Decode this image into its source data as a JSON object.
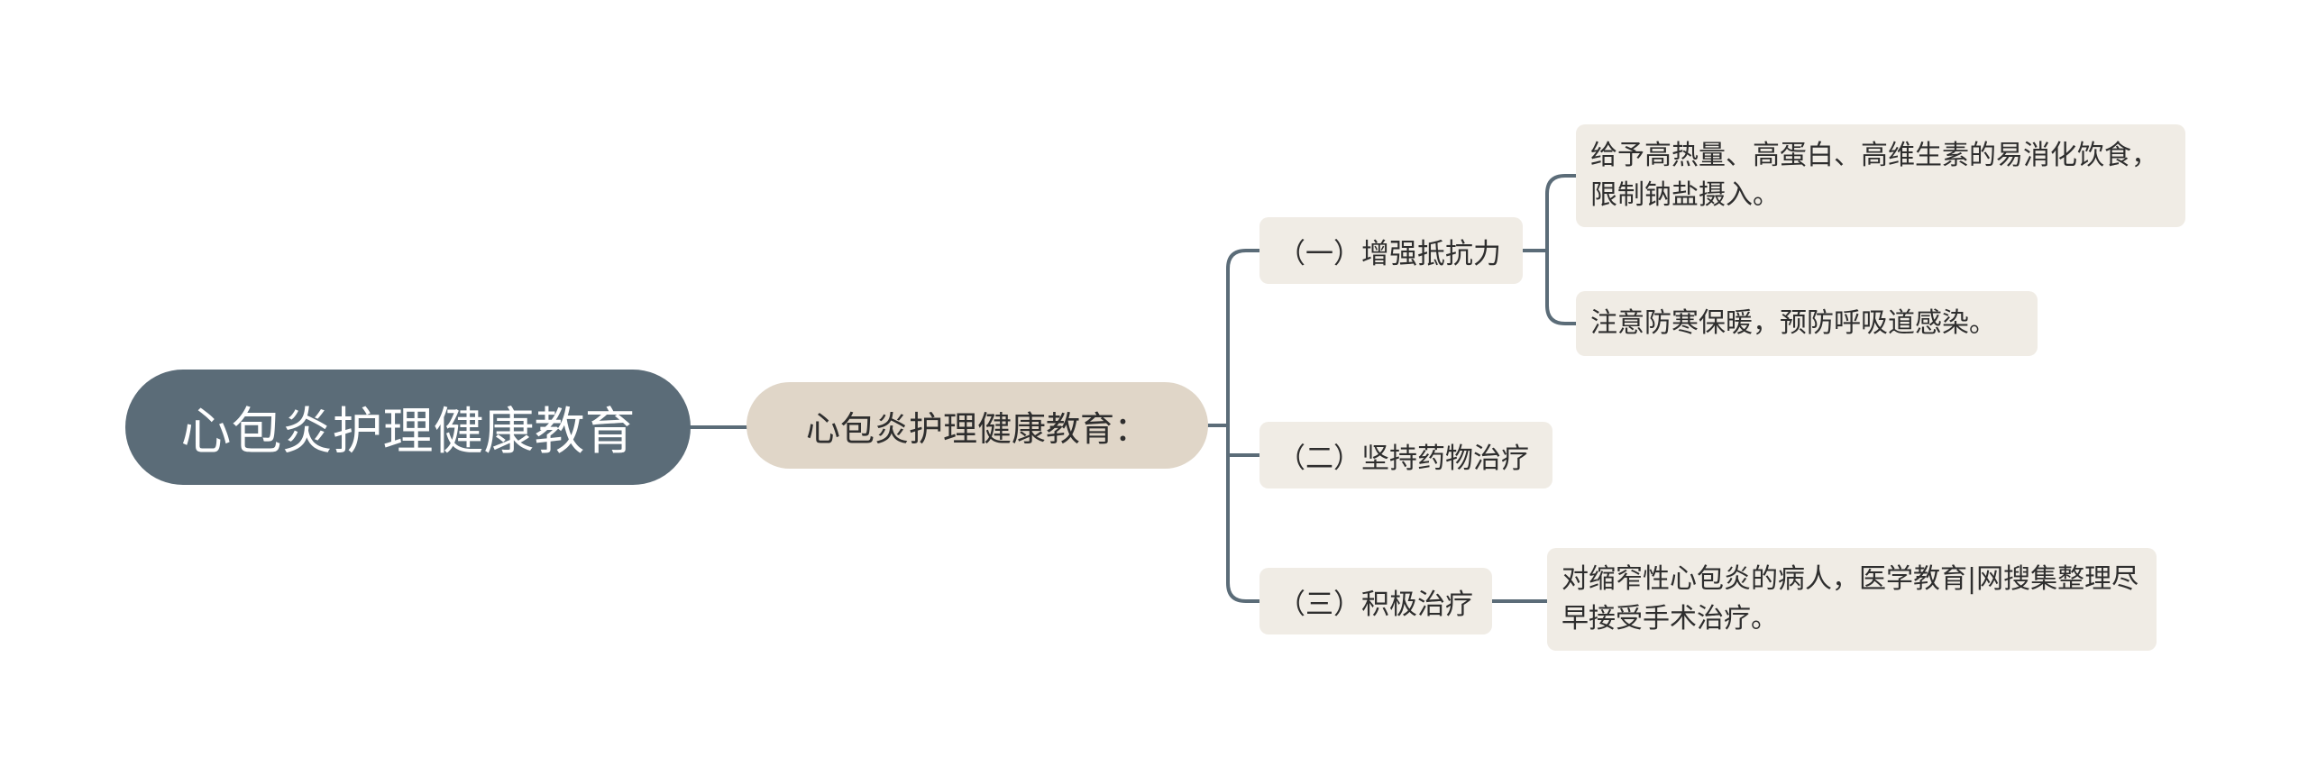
{
  "title": "心包炎护理健康教育",
  "colors": {
    "root_fill": "#5b6c78",
    "main_fill": "#e0d6c8",
    "node_fill": "#f0ece5",
    "connector": "#5b6c78"
  },
  "mindmap": {
    "root": "心包炎护理健康教育",
    "main": "心包炎护理健康教育：",
    "branches": [
      {
        "label": "（一）增强抵抗力",
        "leaves": [
          "给予高热量、高蛋白、高维生素的易消化饮食，限制钠盐摄入。",
          "注意防寒保暖，预防呼吸道感染。"
        ]
      },
      {
        "label": "（二）坚持药物治疗",
        "leaves": []
      },
      {
        "label": "（三）积极治疗",
        "leaves": [
          "对缩窄性心包炎的病人，医学教育|网搜集整理尽早接受手术治疗。"
        ]
      }
    ]
  }
}
